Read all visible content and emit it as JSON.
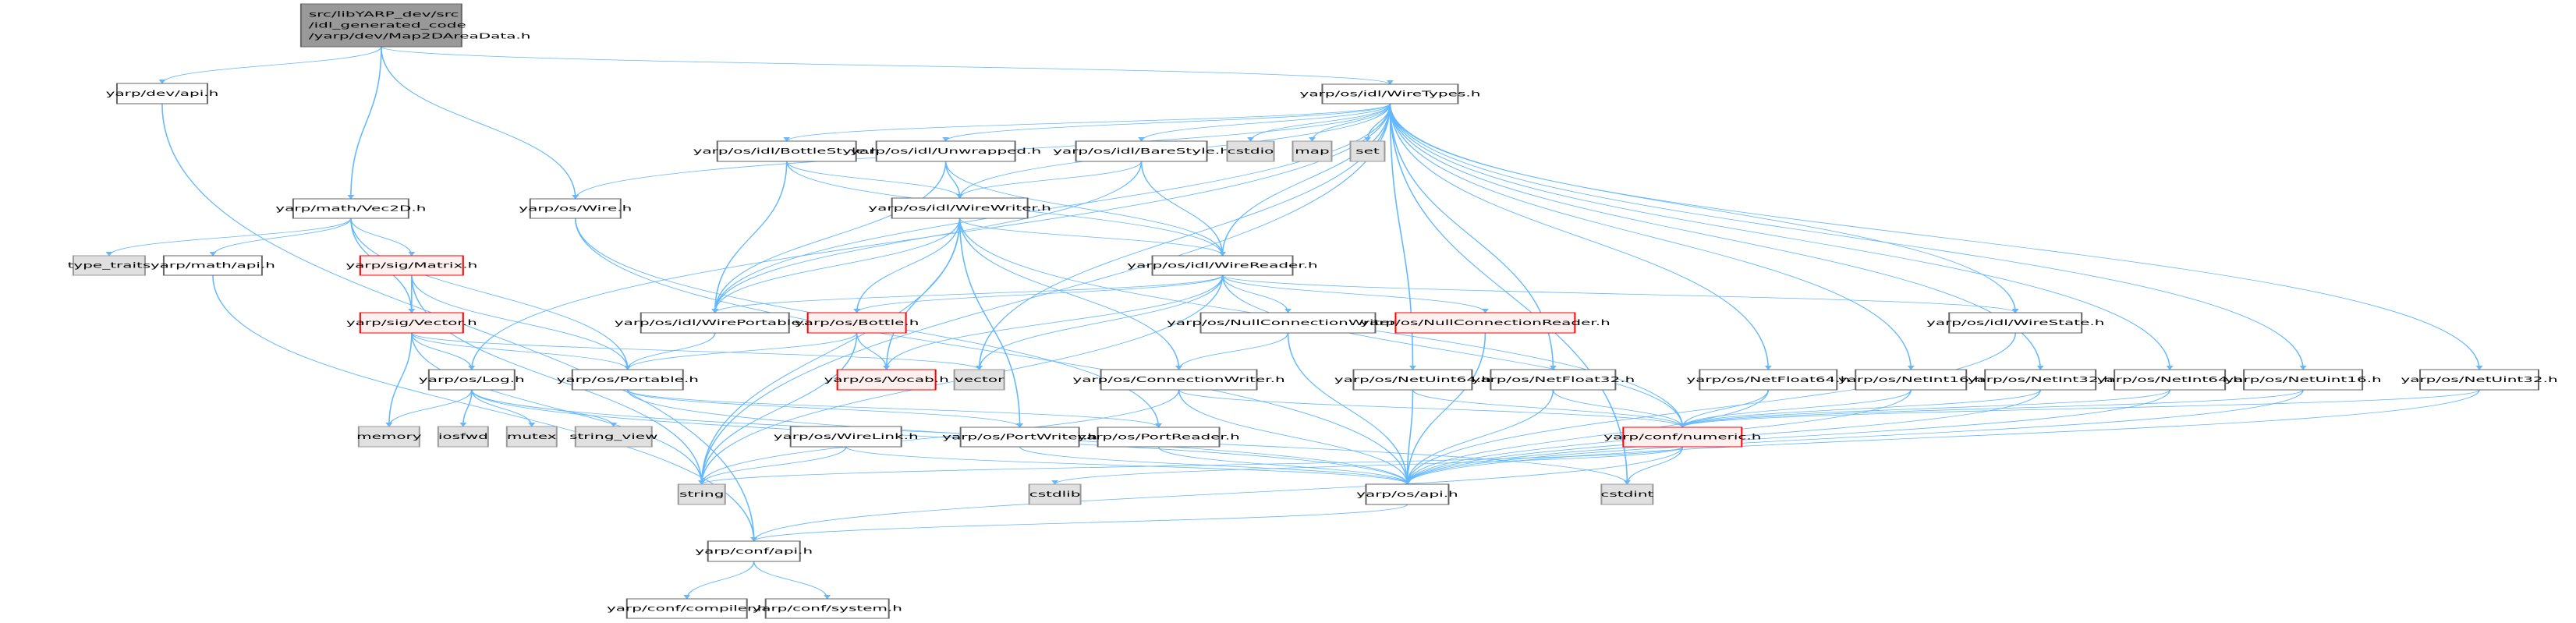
{
  "colors": {
    "edge": "#63b8ff",
    "node_border": "#666666",
    "system_fill": "#e0e0e0",
    "truncated_border": "#ff0000",
    "truncated_fill": "#fff0f0",
    "head_fill": "#999999"
  },
  "nodes": [
    {
      "id": "head",
      "style": "head",
      "lines": [
        "src/libYARP_dev/src",
        "/idl_generated_code",
        "/yarp/dev/Map2DAreaData.h"
      ]
    },
    {
      "id": "devapi",
      "style": "normal",
      "label": "yarp/dev/api.h"
    },
    {
      "id": "wiretypes",
      "style": "normal",
      "label": "yarp/os/idl/WireTypes.h"
    },
    {
      "id": "vec2d",
      "style": "normal",
      "label": "yarp/math/Vec2D.h"
    },
    {
      "id": "wire",
      "style": "normal",
      "label": "yarp/os/Wire.h"
    },
    {
      "id": "bottlestyle",
      "style": "normal",
      "label": "yarp/os/idl/BottleStyle.h"
    },
    {
      "id": "unwrapped",
      "style": "normal",
      "label": "yarp/os/idl/Unwrapped.h"
    },
    {
      "id": "barestyle",
      "style": "normal",
      "label": "yarp/os/idl/BareStyle.h"
    },
    {
      "id": "cstdio",
      "style": "gray",
      "label": "cstdio"
    },
    {
      "id": "map",
      "style": "gray",
      "label": "map"
    },
    {
      "id": "set",
      "style": "gray",
      "label": "set"
    },
    {
      "id": "wirewriter",
      "style": "normal",
      "label": "yarp/os/idl/WireWriter.h"
    },
    {
      "id": "typetraits",
      "style": "gray",
      "label": "type_traits"
    },
    {
      "id": "mathapi",
      "style": "normal",
      "label": "yarp/math/api.h"
    },
    {
      "id": "matrix",
      "style": "red",
      "label": "yarp/sig/Matrix.h"
    },
    {
      "id": "wirereader",
      "style": "normal",
      "label": "yarp/os/idl/WireReader.h"
    },
    {
      "id": "sigvector",
      "style": "red",
      "label": "yarp/sig/Vector.h"
    },
    {
      "id": "wireportable",
      "style": "normal",
      "label": "yarp/os/idl/WirePortable.h"
    },
    {
      "id": "bottle",
      "style": "red",
      "label": "yarp/os/Bottle.h"
    },
    {
      "id": "nullcw",
      "style": "normal",
      "label": "yarp/os/NullConnectionWriter.h"
    },
    {
      "id": "nullcr",
      "style": "red",
      "label": "yarp/os/NullConnectionReader.h"
    },
    {
      "id": "wirestate",
      "style": "normal",
      "label": "yarp/os/idl/WireState.h"
    },
    {
      "id": "log",
      "style": "normal",
      "label": "yarp/os/Log.h"
    },
    {
      "id": "portable",
      "style": "normal",
      "label": "yarp/os/Portable.h"
    },
    {
      "id": "vocab",
      "style": "red",
      "label": "yarp/os/Vocab.h"
    },
    {
      "id": "vector",
      "style": "gray",
      "label": "vector"
    },
    {
      "id": "connwriter",
      "style": "normal",
      "label": "yarp/os/ConnectionWriter.h"
    },
    {
      "id": "netuint64",
      "style": "normal",
      "label": "yarp/os/NetUint64.h"
    },
    {
      "id": "netfloat32",
      "style": "normal",
      "label": "yarp/os/NetFloat32.h"
    },
    {
      "id": "netfloat64",
      "style": "normal",
      "label": "yarp/os/NetFloat64.h"
    },
    {
      "id": "netint16",
      "style": "normal",
      "label": "yarp/os/NetInt16.h"
    },
    {
      "id": "netint32",
      "style": "normal",
      "label": "yarp/os/NetInt32.h"
    },
    {
      "id": "netint64",
      "style": "normal",
      "label": "yarp/os/NetInt64.h"
    },
    {
      "id": "netuint16",
      "style": "normal",
      "label": "yarp/os/NetUint16.h"
    },
    {
      "id": "netuint32",
      "style": "normal",
      "label": "yarp/os/NetUint32.h"
    },
    {
      "id": "memory",
      "style": "gray",
      "label": "memory"
    },
    {
      "id": "iosfwd",
      "style": "gray",
      "label": "iosfwd"
    },
    {
      "id": "mutex",
      "style": "gray",
      "label": "mutex"
    },
    {
      "id": "stringview",
      "style": "gray",
      "label": "string_view"
    },
    {
      "id": "wirelink",
      "style": "normal",
      "label": "yarp/os/WireLink.h"
    },
    {
      "id": "portwriter",
      "style": "normal",
      "label": "yarp/os/PortWriter.h"
    },
    {
      "id": "portreader",
      "style": "normal",
      "label": "yarp/os/PortReader.h"
    },
    {
      "id": "numeric",
      "style": "red",
      "label": "yarp/conf/numeric.h"
    },
    {
      "id": "string",
      "style": "gray",
      "label": "string"
    },
    {
      "id": "cstdlib",
      "style": "gray",
      "label": "cstdlib"
    },
    {
      "id": "osapi",
      "style": "normal",
      "label": "yarp/os/api.h"
    },
    {
      "id": "cstdint",
      "style": "gray",
      "label": "cstdint"
    },
    {
      "id": "confapi",
      "style": "normal",
      "label": "yarp/conf/api.h"
    },
    {
      "id": "compiler",
      "style": "normal",
      "label": "yarp/conf/compiler.h"
    },
    {
      "id": "system",
      "style": "normal",
      "label": "yarp/conf/system.h"
    }
  ],
  "edges": [
    [
      "head",
      "devapi"
    ],
    [
      "head",
      "vec2d"
    ],
    [
      "head",
      "wire"
    ],
    [
      "head",
      "wiretypes"
    ],
    [
      "devapi",
      "confapi"
    ],
    [
      "vec2d",
      "typetraits"
    ],
    [
      "vec2d",
      "mathapi"
    ],
    [
      "vec2d",
      "matrix"
    ],
    [
      "vec2d",
      "sigvector"
    ],
    [
      "vec2d",
      "portable"
    ],
    [
      "mathapi",
      "confapi"
    ],
    [
      "matrix",
      "sigvector"
    ],
    [
      "matrix",
      "portable"
    ],
    [
      "matrix",
      "string"
    ],
    [
      "sigvector",
      "log"
    ],
    [
      "sigvector",
      "portable"
    ],
    [
      "sigvector",
      "memory"
    ],
    [
      "sigvector",
      "string"
    ],
    [
      "sigvector",
      "vector"
    ],
    [
      "log",
      "memory"
    ],
    [
      "log",
      "iosfwd"
    ],
    [
      "log",
      "mutex"
    ],
    [
      "log",
      "stringview"
    ],
    [
      "log",
      "osapi"
    ],
    [
      "log",
      "cstdint"
    ],
    [
      "portable",
      "portwriter"
    ],
    [
      "portable",
      "portreader"
    ],
    [
      "portable",
      "osapi"
    ],
    [
      "wire",
      "portreader"
    ],
    [
      "wire",
      "osapi"
    ],
    [
      "wiretypes",
      "string"
    ],
    [
      "wiretypes",
      "wirewriter"
    ],
    [
      "wiretypes",
      "wirereader"
    ],
    [
      "wiretypes",
      "bottlestyle"
    ],
    [
      "wiretypes",
      "unwrapped"
    ],
    [
      "wiretypes",
      "barestyle"
    ],
    [
      "wiretypes",
      "cstdio"
    ],
    [
      "wiretypes",
      "map"
    ],
    [
      "wiretypes",
      "set"
    ],
    [
      "wiretypes",
      "vector"
    ],
    [
      "wiretypes",
      "wirestate"
    ],
    [
      "wiretypes",
      "log"
    ],
    [
      "wiretypes",
      "wireportable"
    ],
    [
      "wiretypes",
      "wire"
    ],
    [
      "wiretypes",
      "netint16"
    ],
    [
      "wiretypes",
      "netint32"
    ],
    [
      "wiretypes",
      "netint64"
    ],
    [
      "wiretypes",
      "netuint16"
    ],
    [
      "wiretypes",
      "netuint32"
    ],
    [
      "wiretypes",
      "netuint64"
    ],
    [
      "wiretypes",
      "netfloat32"
    ],
    [
      "wiretypes",
      "netfloat64"
    ],
    [
      "wiretypes",
      "cstdint"
    ],
    [
      "bottlestyle",
      "wirewriter"
    ],
    [
      "bottlestyle",
      "wirereader"
    ],
    [
      "bottlestyle",
      "wireportable"
    ],
    [
      "unwrapped",
      "wirewriter"
    ],
    [
      "unwrapped",
      "wirereader"
    ],
    [
      "unwrapped",
      "wireportable"
    ],
    [
      "barestyle",
      "wirewriter"
    ],
    [
      "barestyle",
      "wirereader"
    ],
    [
      "barestyle",
      "wireportable"
    ],
    [
      "wirewriter",
      "wirereader"
    ],
    [
      "wirewriter",
      "wireportable"
    ],
    [
      "wirewriter",
      "bottle"
    ],
    [
      "wirewriter",
      "vocab"
    ],
    [
      "wirewriter",
      "connwriter"
    ],
    [
      "wirewriter",
      "portwriter"
    ],
    [
      "wirewriter",
      "numeric"
    ],
    [
      "wirewriter",
      "string"
    ],
    [
      "wirereader",
      "wireportable"
    ],
    [
      "wirereader",
      "bottle"
    ],
    [
      "wirereader",
      "vocab"
    ],
    [
      "wirereader",
      "nullcw"
    ],
    [
      "wirereader",
      "nullcr"
    ],
    [
      "wirereader",
      "wirestate"
    ],
    [
      "wirereader",
      "numeric"
    ],
    [
      "wirereader",
      "string"
    ],
    [
      "wirereader",
      "vector"
    ],
    [
      "wireportable",
      "portable"
    ],
    [
      "bottle",
      "portable"
    ],
    [
      "bottle",
      "vocab"
    ],
    [
      "bottle",
      "string"
    ],
    [
      "nullcw",
      "connwriter"
    ],
    [
      "nullcw",
      "osapi"
    ],
    [
      "nullcr",
      "osapi"
    ],
    [
      "connwriter",
      "osapi"
    ],
    [
      "connwriter",
      "numeric"
    ],
    [
      "connwriter",
      "string"
    ],
    [
      "wirelink",
      "osapi"
    ],
    [
      "wirelink",
      "string"
    ],
    [
      "portwriter",
      "osapi"
    ],
    [
      "portreader",
      "osapi"
    ],
    [
      "netuint64",
      "numeric"
    ],
    [
      "netuint64",
      "osapi"
    ],
    [
      "netfloat32",
      "numeric"
    ],
    [
      "netfloat32",
      "osapi"
    ],
    [
      "netfloat64",
      "numeric"
    ],
    [
      "netfloat64",
      "osapi"
    ],
    [
      "netint16",
      "numeric"
    ],
    [
      "netint16",
      "osapi"
    ],
    [
      "netint32",
      "numeric"
    ],
    [
      "netint32",
      "osapi"
    ],
    [
      "netint64",
      "numeric"
    ],
    [
      "netint64",
      "osapi"
    ],
    [
      "netuint16",
      "numeric"
    ],
    [
      "netuint16",
      "osapi"
    ],
    [
      "netuint32",
      "numeric"
    ],
    [
      "netuint32",
      "osapi"
    ],
    [
      "numeric",
      "confapi"
    ],
    [
      "numeric",
      "cstdint"
    ],
    [
      "numeric",
      "cstdlib"
    ],
    [
      "numeric",
      "string"
    ],
    [
      "wirestate",
      "osapi"
    ],
    [
      "osapi",
      "confapi"
    ],
    [
      "confapi",
      "compiler"
    ],
    [
      "confapi",
      "system"
    ]
  ]
}
